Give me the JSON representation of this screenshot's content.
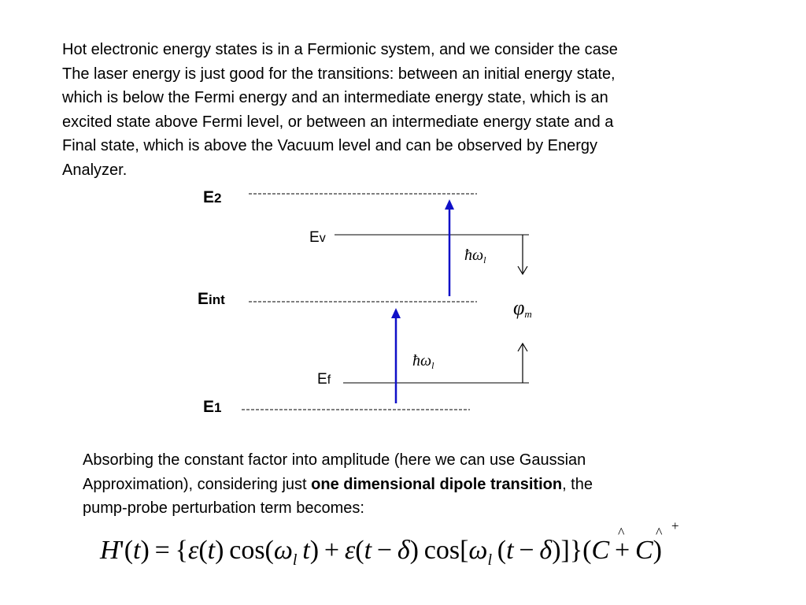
{
  "intro": {
    "lines": [
      "Hot electronic energy states is in a Fermionic system, and we consider the case",
      "The laser energy is just good for the transitions: between an initial energy state,",
      "which is below the Fermi energy and an intermediate energy state, which is an",
      "excited state above Fermi level, or between an intermediate energy state and a",
      "Final state, which is above the Vacuum level and can be observed by Energy",
      "Analyzer."
    ]
  },
  "diagram": {
    "levels": {
      "e2": {
        "main": "E",
        "sub": "2"
      },
      "eint": {
        "main": "E",
        "sub": "int"
      },
      "e1": {
        "main": "E",
        "sub": "1"
      }
    },
    "ev": {
      "main": "E",
      "sub": "v"
    },
    "ef": {
      "main": "E",
      "sub": "f"
    },
    "photon_upper": {
      "symbol": "ħω",
      "sub": "l"
    },
    "photon_lower": {
      "symbol": "ħω",
      "sub": "l"
    },
    "work_function": {
      "symbol": "φ",
      "sub": "m"
    },
    "colors": {
      "arrow": "#1010c8",
      "line": "#000000"
    }
  },
  "absorb": {
    "line1": "Absorbing the constant factor into amplitude (here we can use Gaussian",
    "line2_before": "Approximation), considering just ",
    "line2_bold": "one dimensional dipole transition",
    "line2_after": ", the",
    "line3": "pump-probe perturbation term becomes:"
  },
  "formula": {
    "text": "H'(t) = {ε(t) cos(ω_l t) + ε(t − δ) cos[ω_l (t − δ)]}(Ĉ + Ĉ⁺)",
    "hat1": "^",
    "hat2": "^",
    "dagger": "+"
  }
}
